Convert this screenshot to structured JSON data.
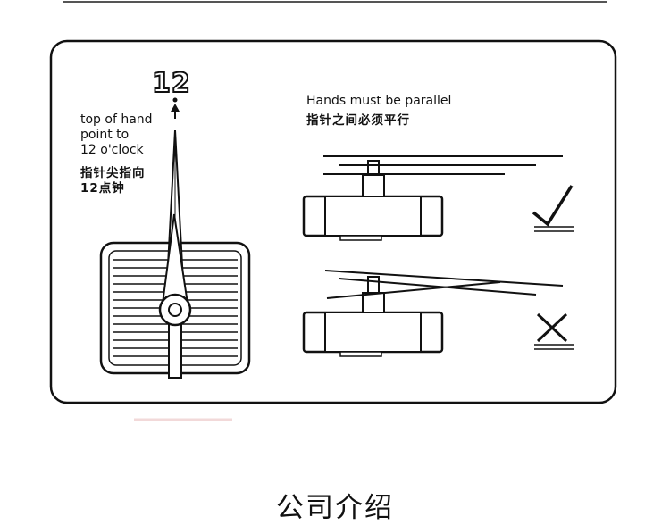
{
  "diagram": {
    "hour_mark": "12",
    "left_instruction_en": [
      "top of hand",
      "point to",
      "12 o'clock"
    ],
    "left_instruction_zh": [
      "指针尖指向",
      "12点钟"
    ],
    "right_instruction_en": "Hands must be parallel",
    "right_instruction_zh": "指针之间必须平行",
    "correct_icon": "checkmark-icon",
    "wrong_icon": "cross-icon"
  },
  "section_title": "公司介绍"
}
